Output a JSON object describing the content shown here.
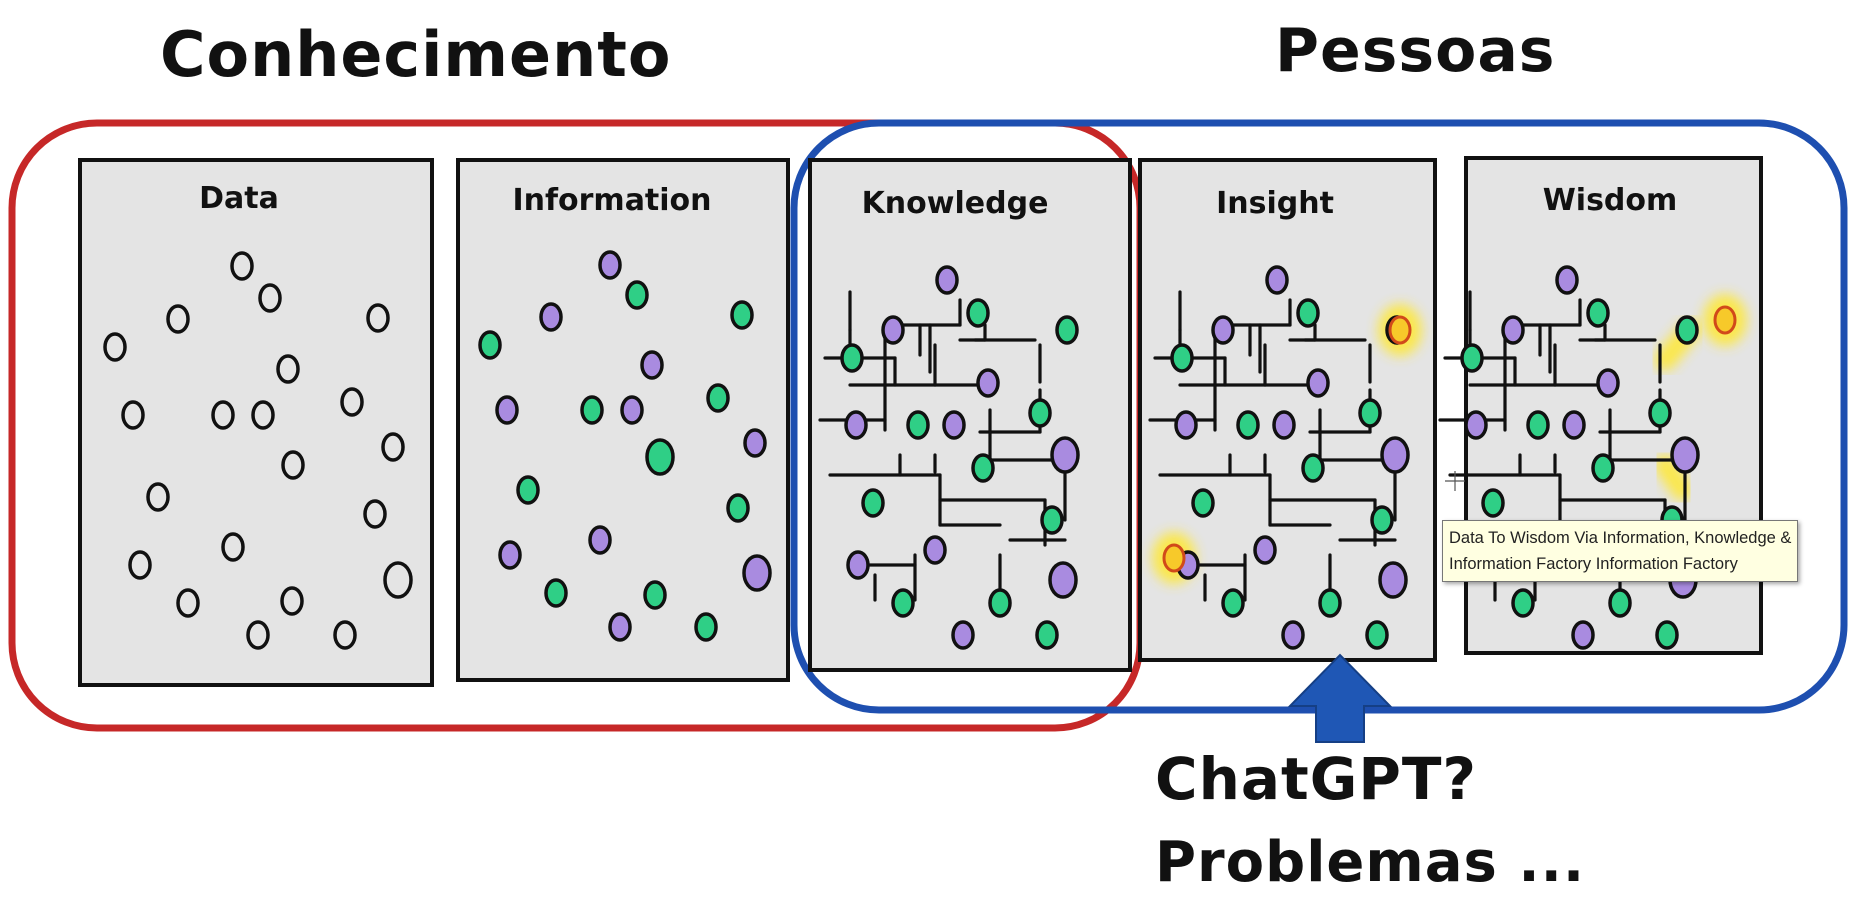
{
  "headings": {
    "conhecimento": "Conhecimento",
    "pessoas": "Pessoas",
    "chatgpt": "ChatGPT?",
    "problemas": "Problemas ..."
  },
  "panels": [
    {
      "id": "data",
      "label": "Data"
    },
    {
      "id": "information",
      "label": "Information"
    },
    {
      "id": "knowledge",
      "label": "Knowledge"
    },
    {
      "id": "insight",
      "label": "Insight"
    },
    {
      "id": "wisdom",
      "label": "Wisdom"
    }
  ],
  "tooltip": {
    "line1": "Data To Wisdom Via Information, Knowledge &",
    "line2": "Information Factory  Information Factory"
  },
  "colors": {
    "group_conhecimento_outline": "#c62828",
    "group_pessoas_outline": "#1e4fb0",
    "arrow": "#1f57b5",
    "node_green": "#2fcf86",
    "node_purple": "#a98be0",
    "highlight": "#ffe830",
    "panel_fill": "#e4e4e4",
    "background": "#ffffff"
  }
}
